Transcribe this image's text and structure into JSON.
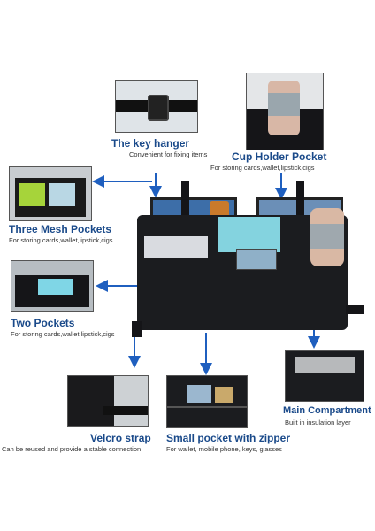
{
  "features": {
    "key_hanger": {
      "title": "The key hanger",
      "subtitle": "Convenient for fixing items"
    },
    "cup_holder": {
      "title": "Cup Holder Pocket",
      "subtitle": "For storing cards,wallet,lipstick,cigs"
    },
    "mesh_pockets": {
      "title": "Three Mesh Pockets",
      "subtitle": "For storing cards,wallet,lipstick,cigs"
    },
    "two_pockets": {
      "title": "Two Pockets",
      "subtitle": "For storing cards,wallet,lipstick,cigs"
    },
    "velcro": {
      "title": "Velcro strap",
      "subtitle": "Can be reused and provide a stable connection"
    },
    "zipper_pocket": {
      "title": "Small pocket with zipper",
      "subtitle": "For wallet, mobile phone, keys, glasses"
    },
    "main_compartment": {
      "title": "Main Compartment",
      "subtitle": "Built in insulation layer"
    }
  },
  "colors": {
    "accent_title": "#1a4a8a",
    "arrow": "#1f5fbf",
    "bag": "#1b1c1f"
  }
}
